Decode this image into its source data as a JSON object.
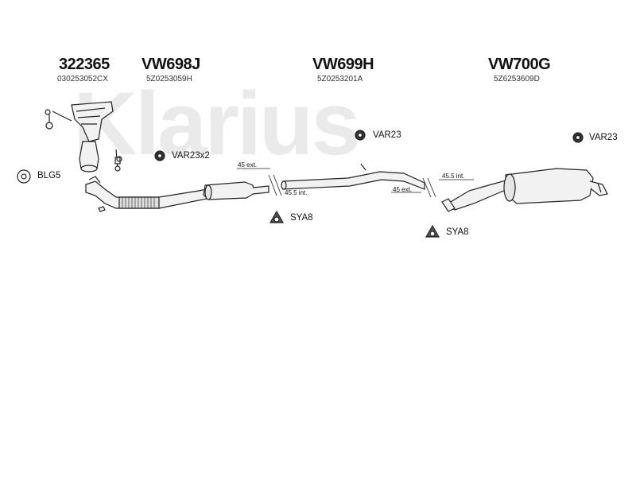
{
  "brand_watermark": "Klarius",
  "parts": [
    {
      "part_no": "322365",
      "oem_no": "030253052CX"
    },
    {
      "part_no": "VW698J",
      "oem_no": "5Z0253059H"
    },
    {
      "part_no": "VW699H",
      "oem_no": "5Z0253201A"
    },
    {
      "part_no": "VW700G",
      "oem_no": "5Z6253609D"
    }
  ],
  "fittings": {
    "blg5": "BLG5",
    "var23x2": "VAR23x2",
    "var23_mid": "VAR23",
    "var23_rear": "VAR23",
    "sya8_a": "SYA8",
    "sya8_b": "SYA8"
  },
  "dimensions": {
    "d1": "45 ext.",
    "d2": "45.5 int.",
    "d3": "45.5 int.",
    "d4": "45 ext."
  },
  "colors": {
    "line": "#222222",
    "pipe_fill": "#f2f2f2",
    "watermark": "#d9d9d9"
  }
}
